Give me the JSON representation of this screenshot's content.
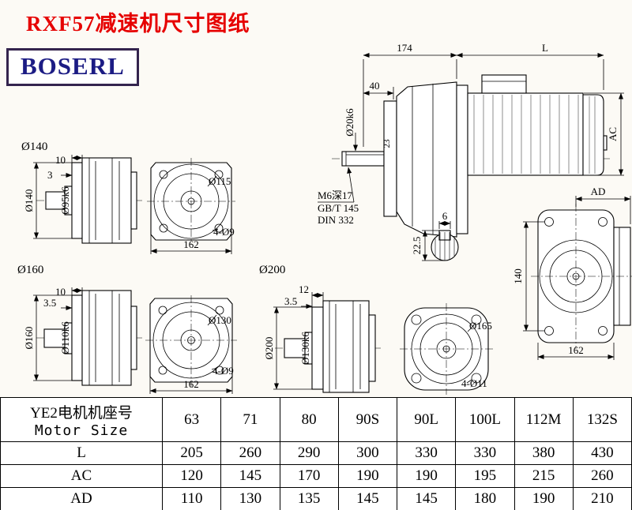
{
  "page": {
    "title": "RXF57减速机尺寸图纸",
    "logo": "BOSERL"
  },
  "colors": {
    "title_red": "#e60000",
    "logo_text": "#1c1c84",
    "logo_border": "#34244e",
    "line": "#000000"
  },
  "drawings": {
    "flange140": {
      "label": "Ø140",
      "dim_width1": "10",
      "dim_width2": "3",
      "dim_outer": "Ø140",
      "dim_spigot": "Ø95k6"
    },
    "front115": {
      "dim_flange": "Ø115",
      "dim_holes": "4-Ø9",
      "dim_width": "162"
    },
    "assembly": {
      "dim_gearbox_len": "174",
      "dim_motor_len": "L",
      "dim_shaft_len": "40",
      "dim_shaft_dia": "Ø20k6",
      "dim_hub": "23",
      "dim_motor_dia": "AC",
      "note_line1": "M6深17",
      "note_line2": "GB/T 145",
      "note_line3": "DIN 332",
      "dim_key_width": "6",
      "dim_key_height": "22.5"
    },
    "side_view": {
      "dim_ad": "AD",
      "dim_height": "140",
      "dim_width": "162"
    },
    "flange160": {
      "label": "Ø160",
      "dim_width1": "10",
      "dim_width2": "3.5",
      "dim_outer": "Ø160",
      "dim_spigot": "Ø110k6"
    },
    "front130": {
      "dim_flange": "Ø130",
      "dim_holes": "4-Ø9",
      "dim_width": "162"
    },
    "flange200": {
      "label": "Ø200",
      "dim_width1": "12",
      "dim_width2": "3.5",
      "dim_outer": "Ø200",
      "dim_spigot": "Ø130k6"
    },
    "front165": {
      "dim_flange": "Ø165",
      "dim_holes": "4-Ø11"
    }
  },
  "table": {
    "header": {
      "title_cn": "YE2电机机座号",
      "title_en": "Motor Size"
    },
    "motor_sizes": [
      "63",
      "71",
      "80",
      "90S",
      "90L",
      "100L",
      "112M",
      "132S"
    ],
    "rows": [
      {
        "label": "L",
        "values": [
          "205",
          "260",
          "290",
          "300",
          "330",
          "330",
          "380",
          "430"
        ]
      },
      {
        "label": "AC",
        "values": [
          "120",
          "145",
          "170",
          "190",
          "190",
          "195",
          "215",
          "260"
        ]
      },
      {
        "label": "AD",
        "values": [
          "110",
          "130",
          "135",
          "145",
          "145",
          "180",
          "190",
          "210"
        ]
      }
    ]
  }
}
